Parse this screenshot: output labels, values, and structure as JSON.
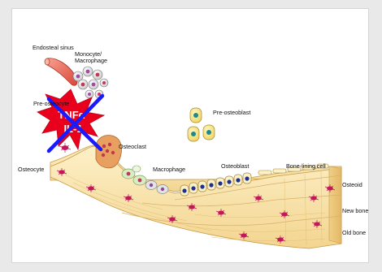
{
  "labels": {
    "endosteal_sinus": "Endosteal sinus",
    "monocyte_1": "Monocyte/",
    "monocyte_2": "Macrophage",
    "pre_osteocyte": "Pre-osteocyte",
    "pre_osteoblast": "Pre-osteoblast",
    "osteoclast": "Osteoclast",
    "macrophage": "Macrophage",
    "osteocyte": "Osteocyte",
    "osteoblast": "Osteoblast",
    "bone_lining_cell": "Bone-lining cell",
    "osteoid": "Osteoid",
    "new_bone": "New bone",
    "old_bone": "Old bone"
  },
  "burst": {
    "line1": "TNFα",
    "line2": "IL-1"
  },
  "colors": {
    "background": "#e9e9e9",
    "bone_light": "#fbe8b2",
    "bone_dark": "#e9c67a",
    "burst_red": "#e8001c",
    "cross_blue": "#1a1aff",
    "osteocyte_magenta": "#c2185b",
    "preosteoblast_yellow": "#f7e27a"
  }
}
